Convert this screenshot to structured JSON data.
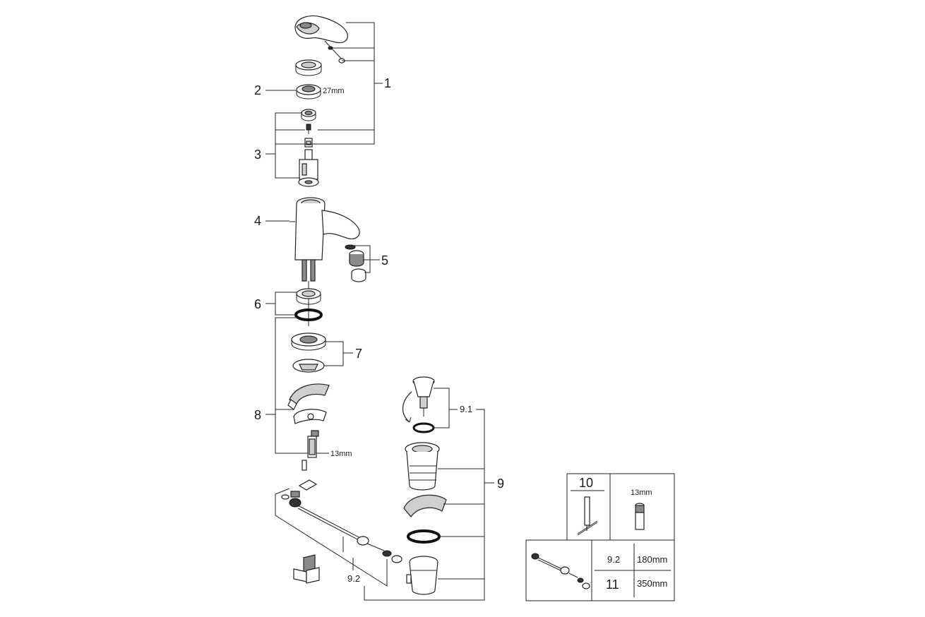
{
  "callouts": {
    "c1": "1",
    "c2": "2",
    "c3": "3",
    "c4": "4",
    "c5": "5",
    "c6": "6",
    "c7": "7",
    "c8": "8",
    "c9": "9",
    "c9_1": "9.1",
    "c9_2": "9.2"
  },
  "dimensions": {
    "ring_size": "27mm",
    "nut_size": "13mm"
  },
  "accessory_table": {
    "tool_number": "10",
    "tool_size": "13mm",
    "rows": [
      {
        "code": "9.2",
        "length": "180mm"
      },
      {
        "code": "11",
        "length": "350mm"
      }
    ]
  }
}
